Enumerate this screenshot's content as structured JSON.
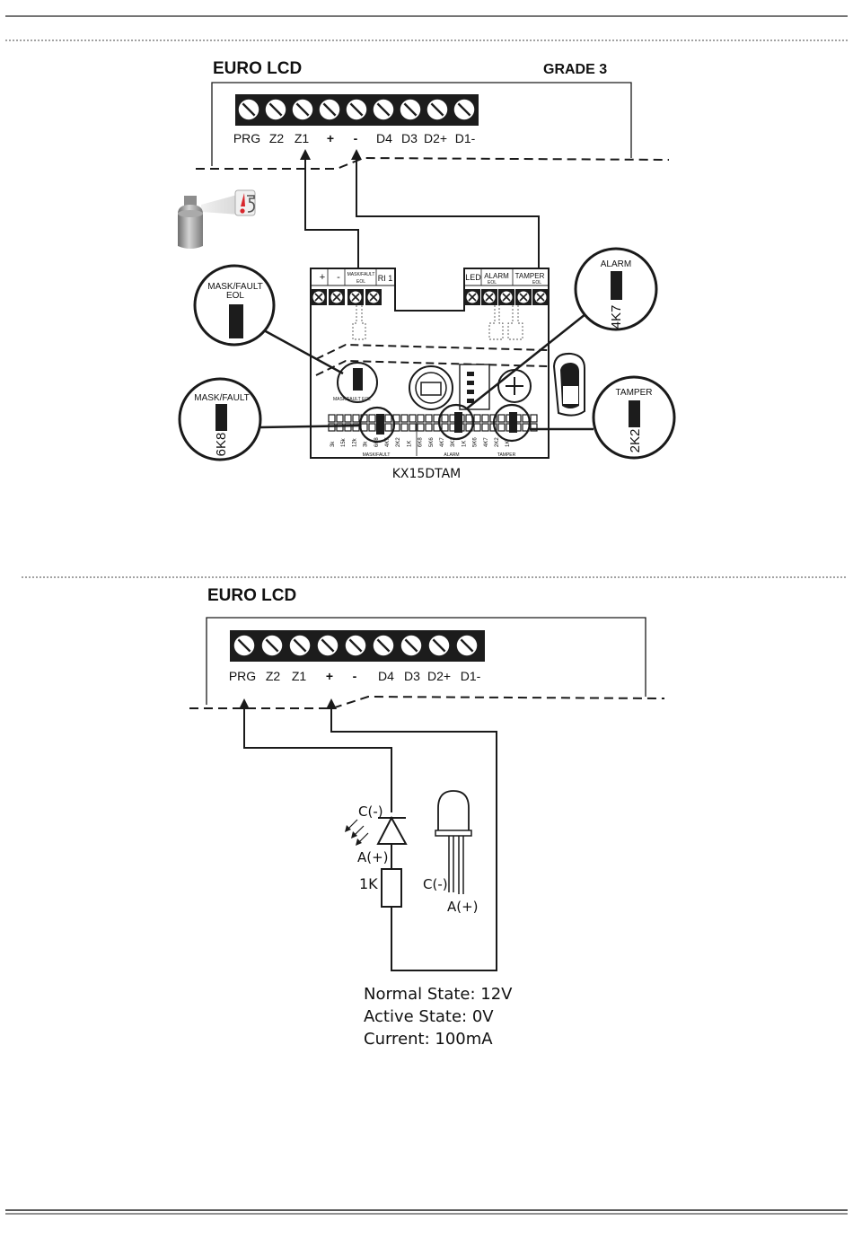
{
  "diagram1": {
    "panel_title": "EURO LCD",
    "grade_label": "GRADE 3",
    "terminals": [
      "PRG",
      "Z2",
      "Z1",
      "+",
      "-",
      "D4",
      "D3",
      "D2+",
      "D1-"
    ],
    "detector_terminals": {
      "plus": "+",
      "minus": "-",
      "mask_fault": "MASK/FAULT",
      "mask_fault_sub": "EOL",
      "ri": "RI 1",
      "led": "LED",
      "alarm": "ALARM",
      "alarm_sub": "EOL",
      "tamper": "TAMPER",
      "tamper_sub": "EOL"
    },
    "callouts": {
      "mask_fault_eol": [
        "MASK/FAULT",
        "EOL"
      ],
      "alarm": "ALARM",
      "alarm_value": "4K7",
      "mask_fault": "MASK/FAULT",
      "mask_fault_value": "6K8",
      "tamper": "TAMPER",
      "tamper_value": "2K2"
    },
    "board_small_labels": {
      "mask_fault_eol": "MASK/FAULT EOL",
      "mask_fault_group": "MASK/FAULT",
      "alarm_group": "ALARM",
      "tamper_group": "TAMPER",
      "resistors": [
        "3k",
        "15k",
        "12k",
        "3k",
        "6K8",
        "4K7",
        "2K2",
        "1K",
        "6K8",
        "5K6",
        "4K7",
        "3K3",
        "1K",
        "5K6",
        "4K7",
        "2K2",
        "1K"
      ]
    },
    "model": "KX15DTAM"
  },
  "diagram2": {
    "panel_title": "EURO LCD",
    "terminals": [
      "PRG",
      "Z2",
      "Z1",
      "+",
      "-",
      "D4",
      "D3",
      "D2+",
      "D1-"
    ],
    "diode_cathode": "C(-)",
    "diode_anode": "A(+)",
    "resistor": "1K",
    "led_cathode": "C(-)",
    "led_anode": "A(+)",
    "states": [
      "Normal State: 12V",
      "Active State: 0V",
      "Current: 100mA"
    ]
  },
  "colors": {
    "line": "#1a1a1a",
    "terminal_fill": "#1c1c1c",
    "warning_red": "#d8262c",
    "can_gray": "#9a9a9a"
  }
}
